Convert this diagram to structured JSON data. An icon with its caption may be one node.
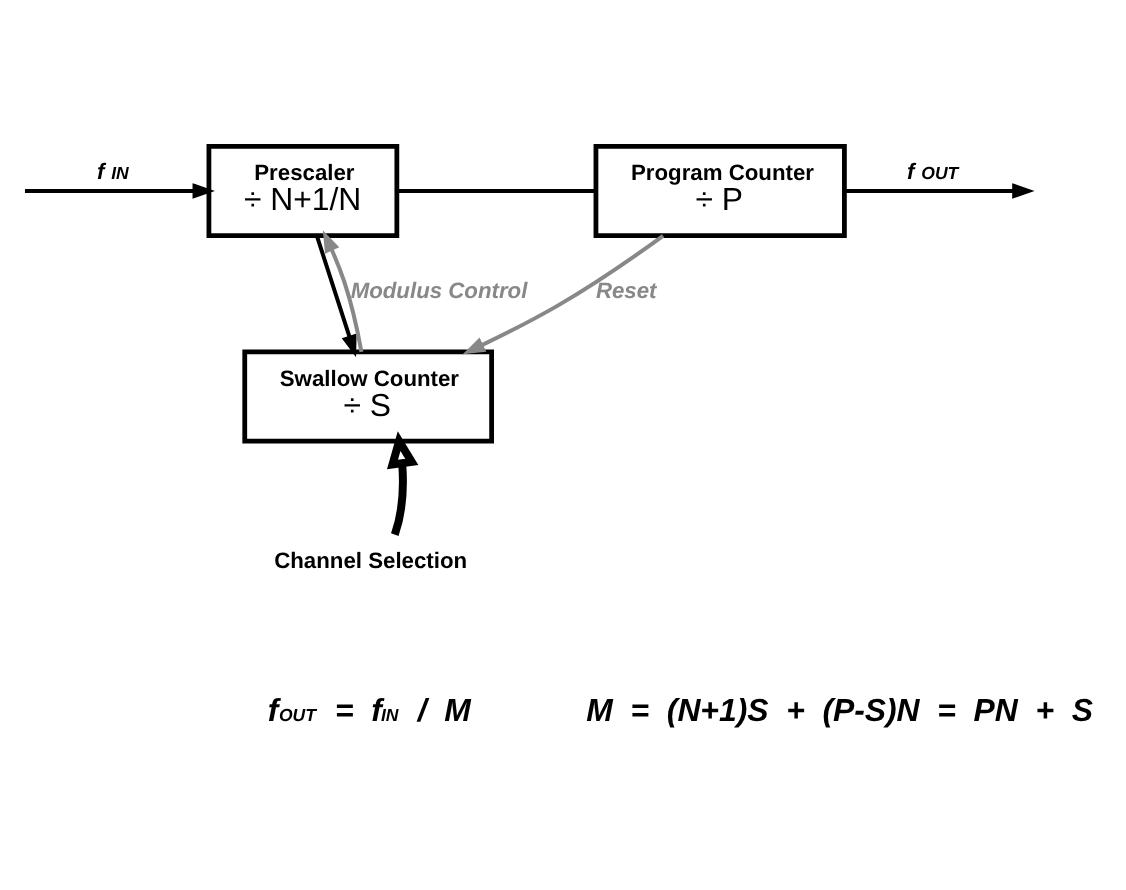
{
  "diagram": {
    "nodes": [
      {
        "text": [
          "Prescaler",
          "÷ N+1/N"
        ]
      },
      {
        "text": [
          "Program Counter",
          "÷ P"
        ]
      },
      {
        "text": [
          "Swallow Counter",
          "÷ S"
        ]
      },
      {
        "text": [
          "Channel Selection"
        ]
      }
    ],
    "edges": [
      {
        "from": null,
        "to": 0,
        "arrow": "to",
        "label": "f$_{IN}$"
      },
      {
        "from": 0,
        "to": 1,
        "arrow": "none"
      },
      {
        "from": 0,
        "to": 2,
        "arrow": "to"
      },
      {
        "from": 1,
        "to": null,
        "arrow": "to",
        "label": "f$_{OUT}$"
      },
      {
        "from": 1,
        "to": 2,
        "arrow": "to",
        "label": "Reset",
        "color": "#888888"
      },
      {
        "from": 2,
        "to": 0,
        "arrow": "to",
        "label": "Modulus Control",
        "color": "#888888"
      },
      {
        "from": 3,
        "to": 2,
        "arrow": "to",
        "style": "thick"
      }
    ],
    "labels": [
      "f$_{OUT}$ = f$_{IN}$ / M",
      "M = (N+1)S + (P-S)N = PN + S"
    ]
  }
}
